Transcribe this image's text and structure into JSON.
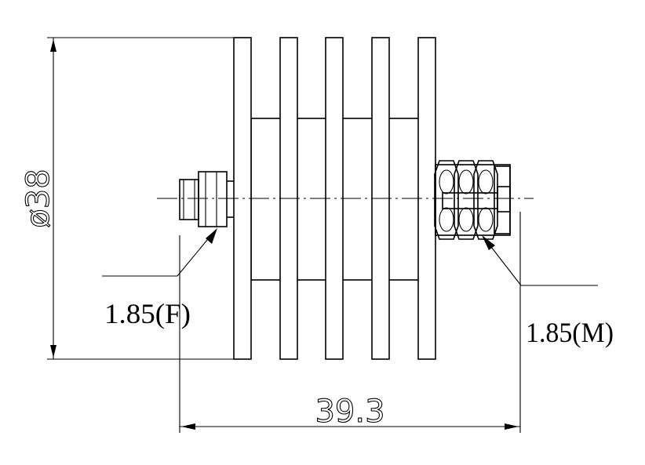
{
  "drawing": {
    "dimensions": {
      "diameter": "ø38",
      "length": "39.3"
    },
    "connectors": {
      "left": "1.85(F)",
      "right": "1.85(M)"
    },
    "fin_count": 5
  }
}
